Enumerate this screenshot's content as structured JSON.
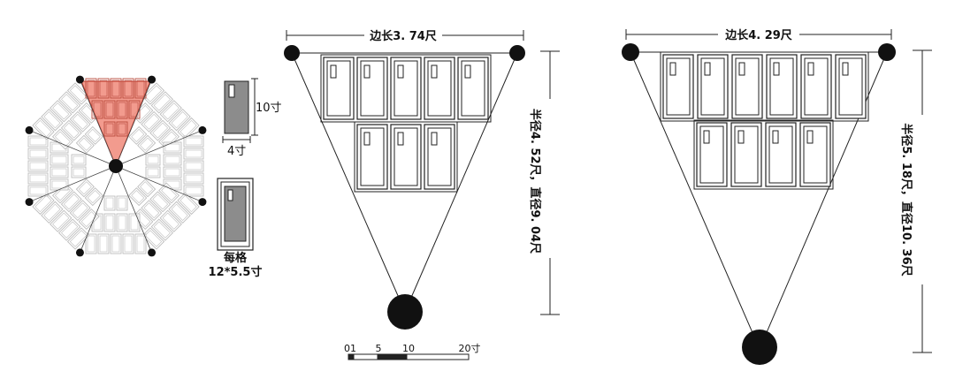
{
  "octagon": {
    "highlight_color": "#f08a7a",
    "grid_color": "#bdbdbd"
  },
  "legend": {
    "block_height_label": "10寸",
    "block_width_label": "4寸",
    "cell_label_line1": "每格",
    "cell_label_line2": "12*5.5寸",
    "block_fill": "#8c8c8c"
  },
  "triangle_small": {
    "side_label": "边长3. 74尺",
    "radius_label": "半径4. 52尺，直径9. 04尺",
    "top_row_cabinets": 5,
    "bottom_row_cabinets": 3
  },
  "triangle_large": {
    "side_label": "边长4. 29尺",
    "radius_label": "半径5. 18尺，直径10. 36尺",
    "top_row_cabinets": 6,
    "bottom_row_cabinets": 4
  },
  "scale_bar": {
    "labels": [
      "01",
      "5",
      "10",
      "20寸"
    ]
  }
}
